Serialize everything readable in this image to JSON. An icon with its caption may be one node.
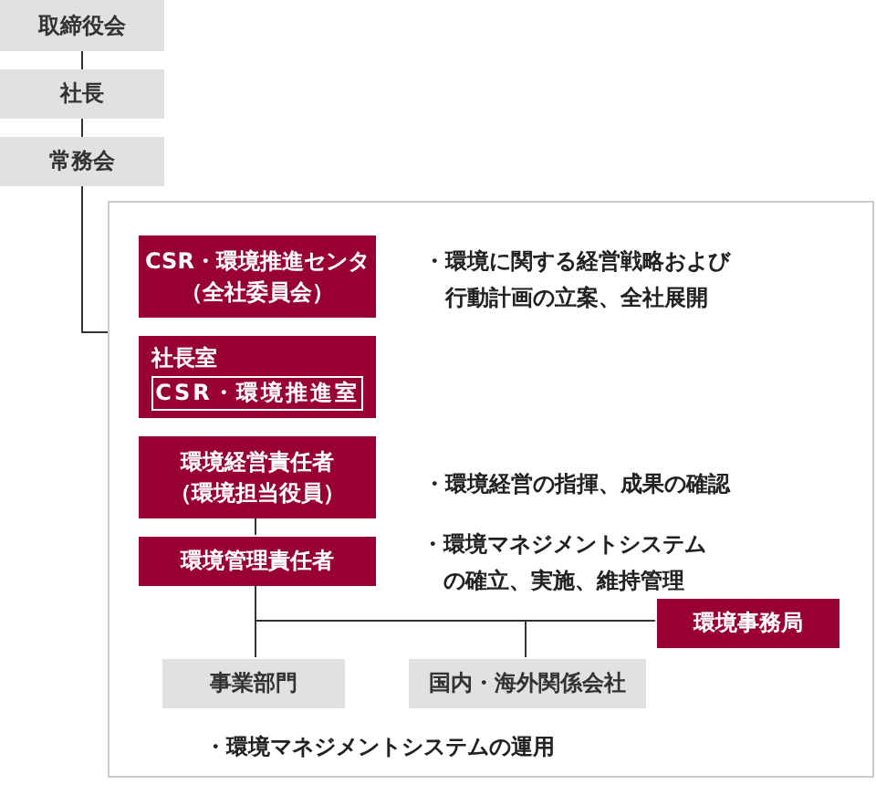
{
  "diagram": {
    "nodes": [
      {
        "text": [
          "取締役会"
        ]
      },
      {
        "text": [
          "社長"
        ]
      },
      {
        "text": [
          "常務会"
        ]
      },
      {
        "text": [],
        "shape": "box"
      },
      {
        "text": [
          "CSR・環境推進センタ",
          "（全社委員会）"
        ],
        "in": 3,
        "beside": [
          "・環境に関する経営戦略および行動計画の立案、全社展開"
        ]
      },
      {
        "text": [
          "社長室"
        ],
        "in": 3
      },
      {
        "text": [
          "CSR・環境推進室"
        ],
        "in": 5
      },
      {
        "text": [
          "環境経営責任者",
          "（環境担当役員）"
        ],
        "in": 3,
        "beside": [
          "・環境経営の指揮、成果の確認"
        ]
      },
      {
        "text": [
          "環境管理責任者"
        ],
        "in": 3
      },
      {
        "text": [
          "環境事務局"
        ],
        "in": 3
      },
      {
        "text": [
          "事業部門"
        ],
        "in": 3
      },
      {
        "text": [
          "国内・海外関係会社"
        ],
        "in": 3
      }
    ],
    "edges": [
      {
        "from": 0,
        "to": 1,
        "arrow": "none"
      },
      {
        "from": 1,
        "to": 2,
        "arrow": "none"
      },
      {
        "from": 2,
        "to": 3,
        "arrow": "none"
      },
      {
        "from": 7,
        "to": 8,
        "arrow": "none"
      },
      {
        "from": 8,
        "to": 10,
        "arrow": "none"
      },
      {
        "from": 8,
        "to": 11,
        "arrow": "none"
      },
      {
        "from": 8,
        "to": 9,
        "arrow": "none"
      }
    ],
    "labels": [
      "・環境マネジメントシステムの確立、実施、維持管理",
      "・環境マネジメントシステムの運用"
    ]
  }
}
